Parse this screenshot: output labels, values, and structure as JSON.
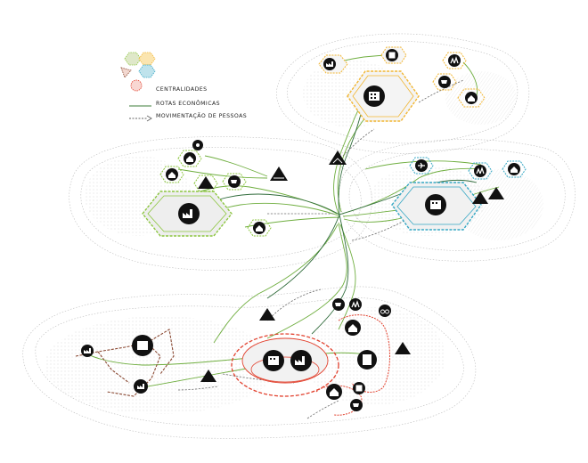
{
  "legend": {
    "centralidades": "CENTRALIDADES",
    "rotas_economicas": "ROTAS ECONÔMICAS",
    "movimentacao_de_pessoas": "MOVIMENTAÇÃO DE PESSOAS"
  },
  "colors": {
    "green": "#8cc63f",
    "green_dark": "#3e7d3a",
    "yellow": "#f2b632",
    "cyan": "#35a7c4",
    "red": "#e2412e",
    "brown": "#8b4a34",
    "dashed_gray": "#777777",
    "halo": "#d9d9d9"
  },
  "regions": [
    {
      "id": "north",
      "color": "yellow"
    },
    {
      "id": "west",
      "color": "green"
    },
    {
      "id": "east",
      "color": "cyan"
    },
    {
      "id": "south",
      "color": "red"
    },
    {
      "id": "southwest",
      "color": "brown"
    }
  ],
  "icons": [
    {
      "name": "factory-icon"
    },
    {
      "name": "building-icon"
    },
    {
      "name": "shopping-cart-icon"
    },
    {
      "name": "bicycle-icon"
    },
    {
      "name": "airplane-icon"
    },
    {
      "name": "tent-icon"
    },
    {
      "name": "house-icon"
    },
    {
      "name": "boat-icon"
    },
    {
      "name": "crowd-icon"
    }
  ]
}
